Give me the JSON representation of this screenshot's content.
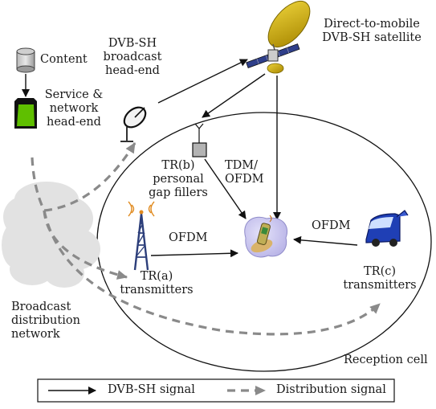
{
  "labels": {
    "content": "Content",
    "service_head_end": [
      "Service &",
      "network",
      "head-end"
    ],
    "broadcast_head_end": [
      "DVB-SH",
      "broadcast",
      "head-end"
    ],
    "satellite": [
      "Direct-to-mobile",
      "DVB-SH satellite"
    ],
    "tr_b": [
      "TR(b)",
      "personal",
      "gap fillers"
    ],
    "tdm_ofdm": [
      "TDM/",
      "OFDM"
    ],
    "ofdm_left": "OFDM",
    "ofdm_right": "OFDM",
    "tr_a": [
      "TR(a)",
      "transmitters"
    ],
    "tr_c": [
      "TR(c)",
      "transmitters"
    ],
    "broadcast_network": [
      "Broadcast",
      "distribution",
      "network"
    ],
    "reception_cell": "Reception cell"
  },
  "legend": {
    "solid": "DVB-SH signal",
    "dashed": "Distribution signal"
  },
  "colors": {
    "arrow": "#111111",
    "dashed": "#8a8a8a",
    "cloud": "#e2e2e2",
    "head_end_green": "#5fbf00",
    "satellite_gold": "#c9a400",
    "tower_blue": "#2c3e7a",
    "van_blue": "#1f3fb5",
    "phone_bubble": "#c9c6ef"
  }
}
